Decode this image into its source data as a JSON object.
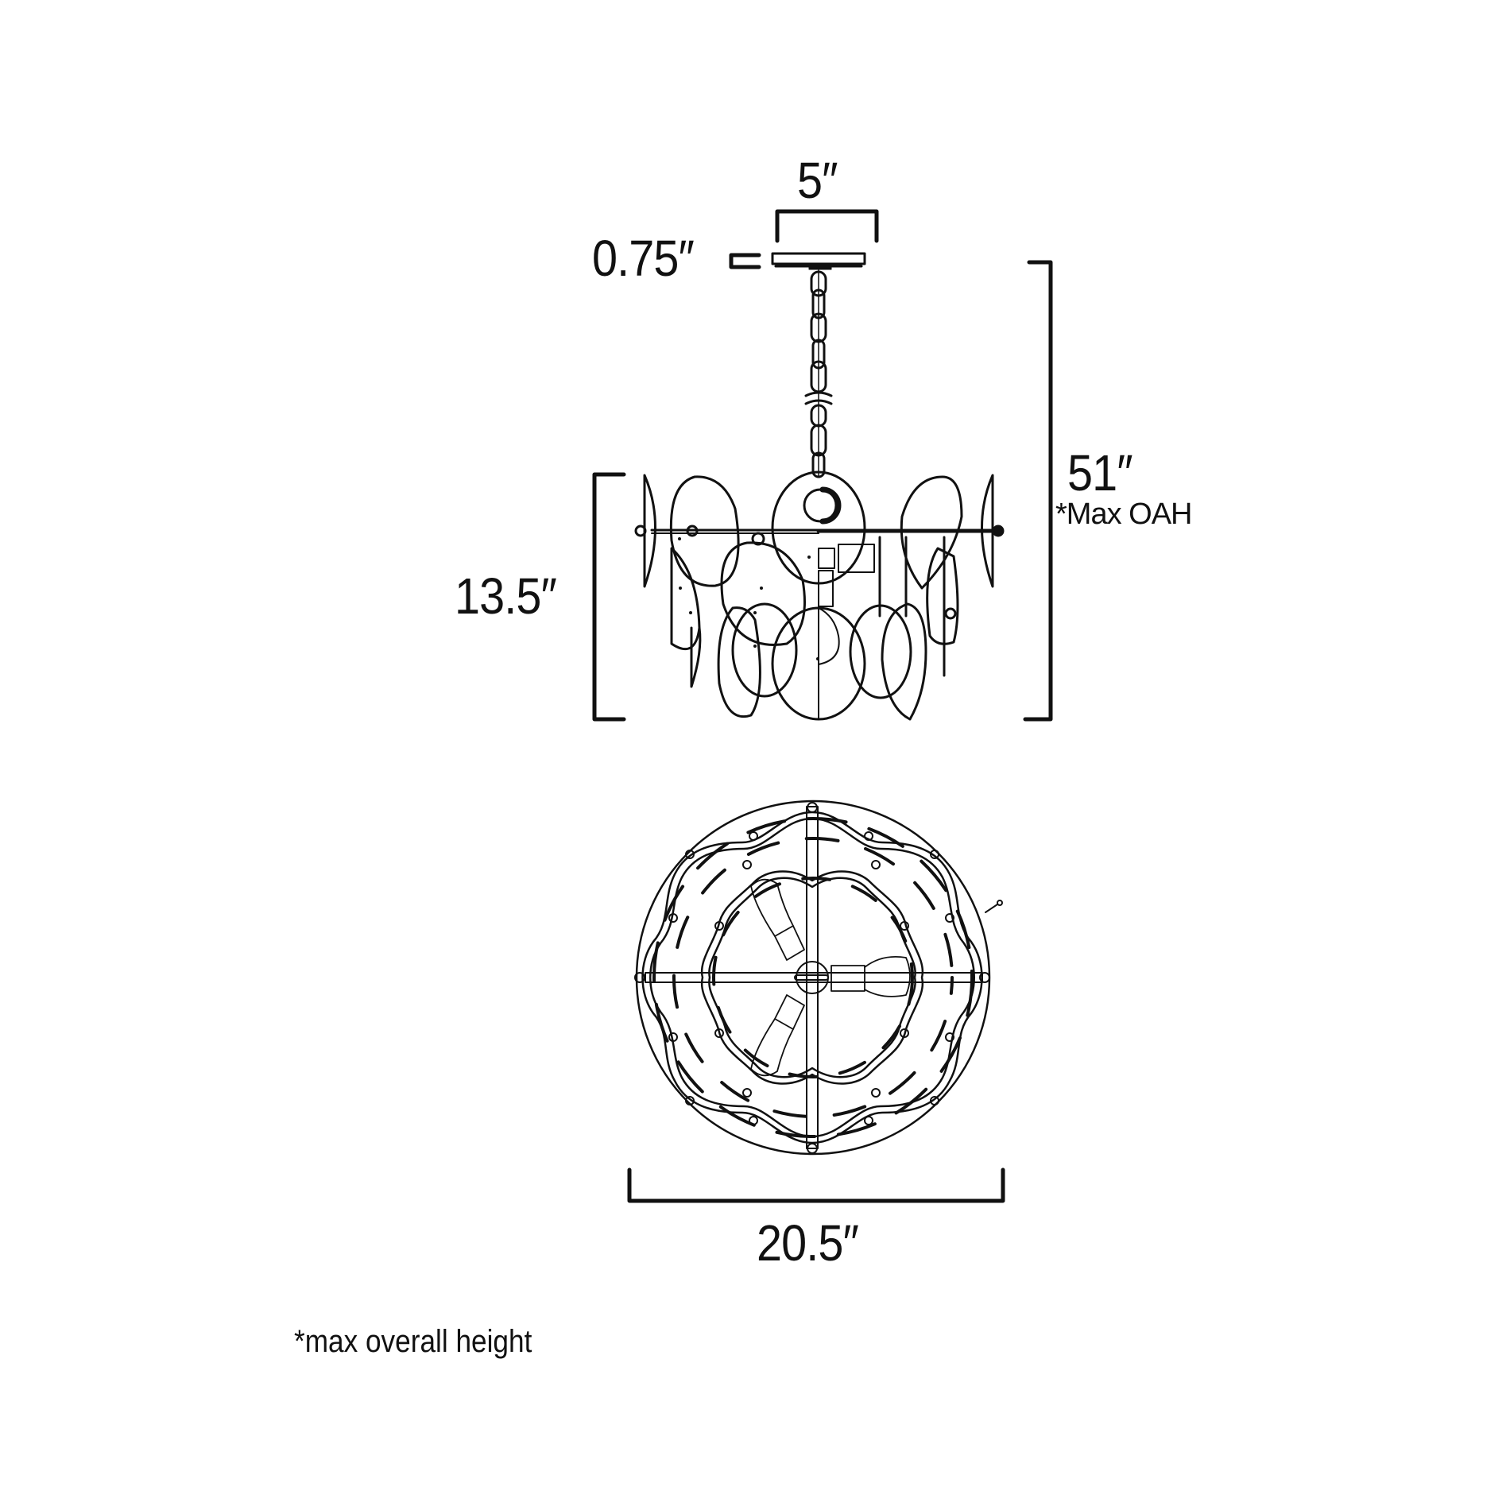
{
  "diagram": {
    "title": "Pendant chandelier dimension drawing",
    "colors": {
      "line": "#111111",
      "background": "#ffffff"
    },
    "dimensions": {
      "canopy_width": "5″",
      "canopy_height": "0.75″",
      "overall_height": "51″",
      "overall_height_note": "*Max OAH",
      "fixture_height": "13.5″",
      "fixture_diameter": "20.5″"
    },
    "views": {
      "side": "side-elevation",
      "top": "plan-view-from-below"
    },
    "footnote": "*max overall height"
  }
}
